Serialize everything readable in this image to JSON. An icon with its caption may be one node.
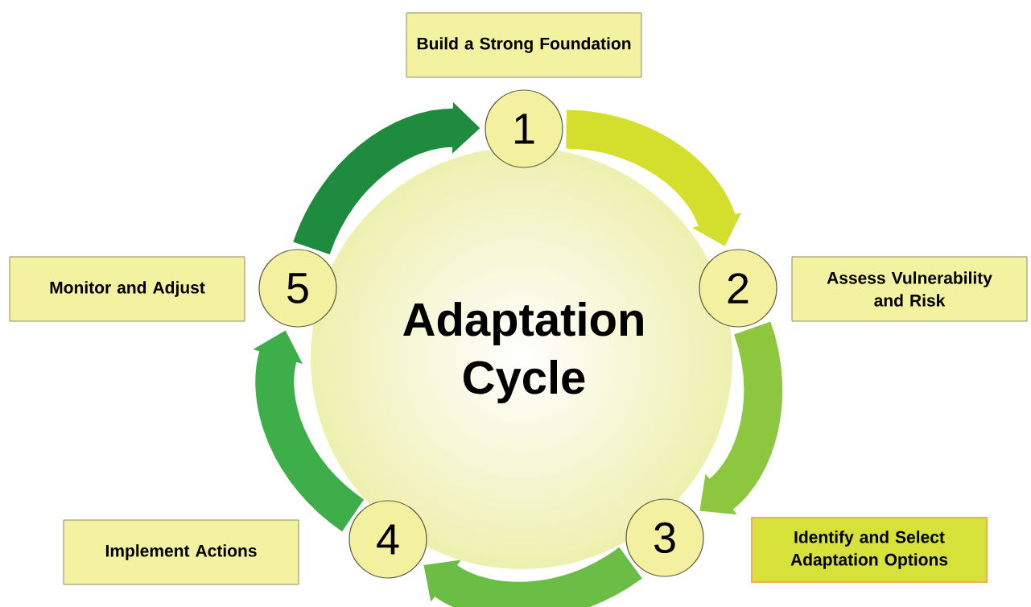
{
  "diagram": {
    "title": "Adaptation Cycle",
    "nodes": [
      {
        "text": [
          "Build a Strong Foundation"
        ]
      },
      {
        "text": [
          "1"
        ]
      },
      {
        "text": [
          "Monitor and Adjust"
        ]
      },
      {
        "text": [
          "5"
        ]
      },
      {
        "text": [
          "2"
        ]
      },
      {
        "text": [
          "Assess Vulnerability and Risk"
        ]
      },
      {
        "text": [
          "Implement Actions"
        ]
      },
      {
        "text": [
          "4"
        ]
      },
      {
        "text": [
          "3"
        ]
      },
      {
        "text": [
          "Identify and Select Adaptation Options"
        ]
      }
    ],
    "edges": [
      {
        "from": 1,
        "to": 4,
        "arrow": "to",
        "color": "#d3df2c"
      },
      {
        "from": 4,
        "to": 8,
        "arrow": "to",
        "color": "#8dc63f"
      },
      {
        "from": 8,
        "to": 7,
        "arrow": "to",
        "color": "#6abd45"
      },
      {
        "from": 7,
        "to": 3,
        "arrow": "to",
        "color": "#3dae4a"
      },
      {
        "from": 3,
        "to": 1,
        "arrow": "to",
        "color": "#1f8b3f"
      }
    ]
  }
}
